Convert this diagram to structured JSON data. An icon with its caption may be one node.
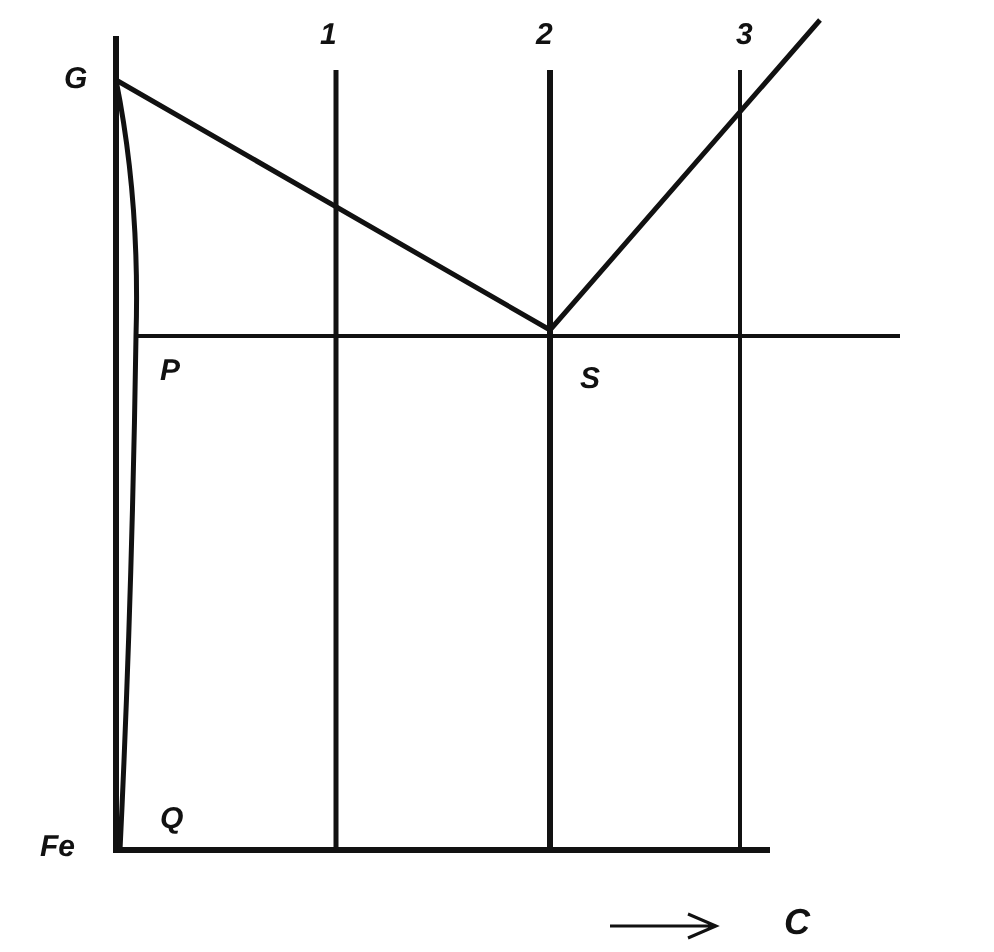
{
  "diagram": {
    "labels": [
      "G",
      "1",
      "2",
      "3",
      "P",
      "S",
      "Fe",
      "Q",
      "C"
    ]
  }
}
